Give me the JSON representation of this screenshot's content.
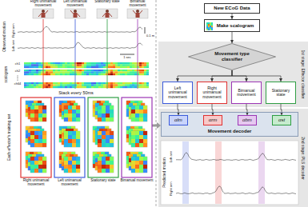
{
  "diagram": {
    "nodes": [
      {
        "text": [
          "New ECoG Data"
        ]
      },
      {
        "text": [
          "Make scalogram"
        ]
      },
      {
        "text": [
          "1st stage: Effector classifier"
        ]
      },
      {
        "text": [
          "Movement type classifier"
        ],
        "in": 2
      },
      {
        "text": [
          "Left unimanual movement"
        ],
        "in": 2
      },
      {
        "text": [
          "Right unimanual movement"
        ],
        "in": 2
      },
      {
        "text": [
          "Bimanual movement"
        ],
        "in": 2
      },
      {
        "text": [
          "Stationary state"
        ],
        "in": 2
      },
      {
        "text": [
          "2nd stage: PLS decoder"
        ]
      },
      {
        "text": [
          "Movement decoder"
        ],
        "in": 8
      },
      {
        "text": [
          "αlm"
        ],
        "in": 9
      },
      {
        "text": [
          "αrm"
        ],
        "in": 9
      },
      {
        "text": [
          "αbm"
        ],
        "in": 9
      },
      {
        "text": [
          "αst"
        ],
        "in": 9
      }
    ],
    "edges": [
      {
        "from": 0,
        "to": 1,
        "arrow": "to"
      },
      {
        "from": 1,
        "to": 3,
        "arrow": "to"
      },
      {
        "from": 3,
        "to": 4,
        "arrow": "to"
      },
      {
        "from": 3,
        "to": 5,
        "arrow": "to"
      },
      {
        "from": 3,
        "to": 6,
        "arrow": "to"
      },
      {
        "from": 3,
        "to": 7,
        "arrow": "to"
      },
      {
        "from": 4,
        "to": 10,
        "arrow": "to"
      },
      {
        "from": 5,
        "to": 11,
        "arrow": "to"
      },
      {
        "from": 6,
        "to": 12,
        "arrow": "to"
      },
      {
        "from": 7,
        "to": 13,
        "arrow": "to"
      }
    ],
    "labels": [
      "Right unimanual movement",
      "Left unimanual movement",
      "Stationary state",
      "Bimanual movement",
      "Observed motion",
      "Right arm",
      "Left arm",
      "0.1 m",
      "1 sec",
      "scalogram",
      "ch1",
      "ch2",
      "ch64",
      "Stack every 50ms",
      "Each effector's training set",
      "Right unimanual movement",
      "Left unimanual movement",
      "Stationary state",
      "Bimanual movement",
      "Predicted motion",
      "Left arm",
      "Right arm"
    ]
  }
}
